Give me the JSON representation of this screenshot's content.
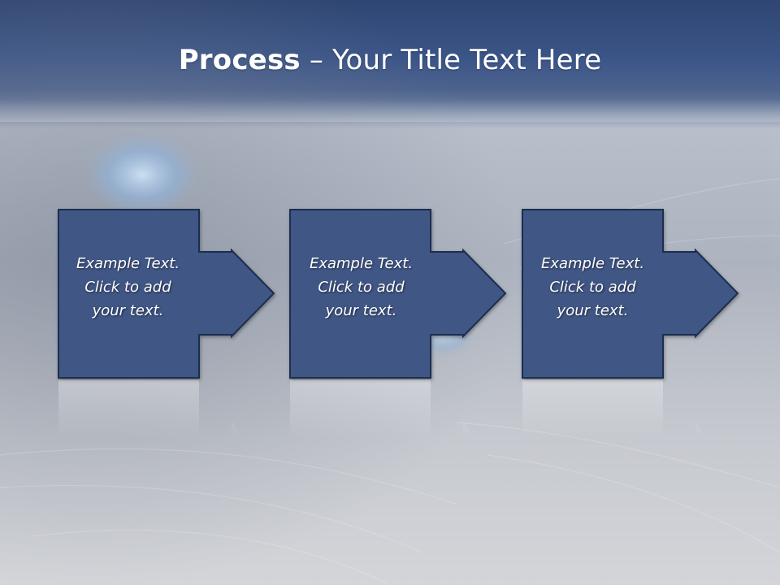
{
  "slide": {
    "title_bold": "Process",
    "title_rest": " – Your Title Text Here",
    "steps": [
      {
        "line1": "Example Text.",
        "line2": "Click  to add",
        "line3": "your text."
      },
      {
        "line1": "Example Text.",
        "line2": "Click  to add",
        "line3": "your text."
      },
      {
        "line1": "Example Text.",
        "line2": "Click  to add",
        "line3": "your text."
      }
    ]
  },
  "colors": {
    "header_blue": "#3f5a8a",
    "box_fill": "#3f5785",
    "box_border": "#1f2f4f",
    "background": "#cfd2d8"
  },
  "icons": [
    "arrow-right-icon"
  ]
}
